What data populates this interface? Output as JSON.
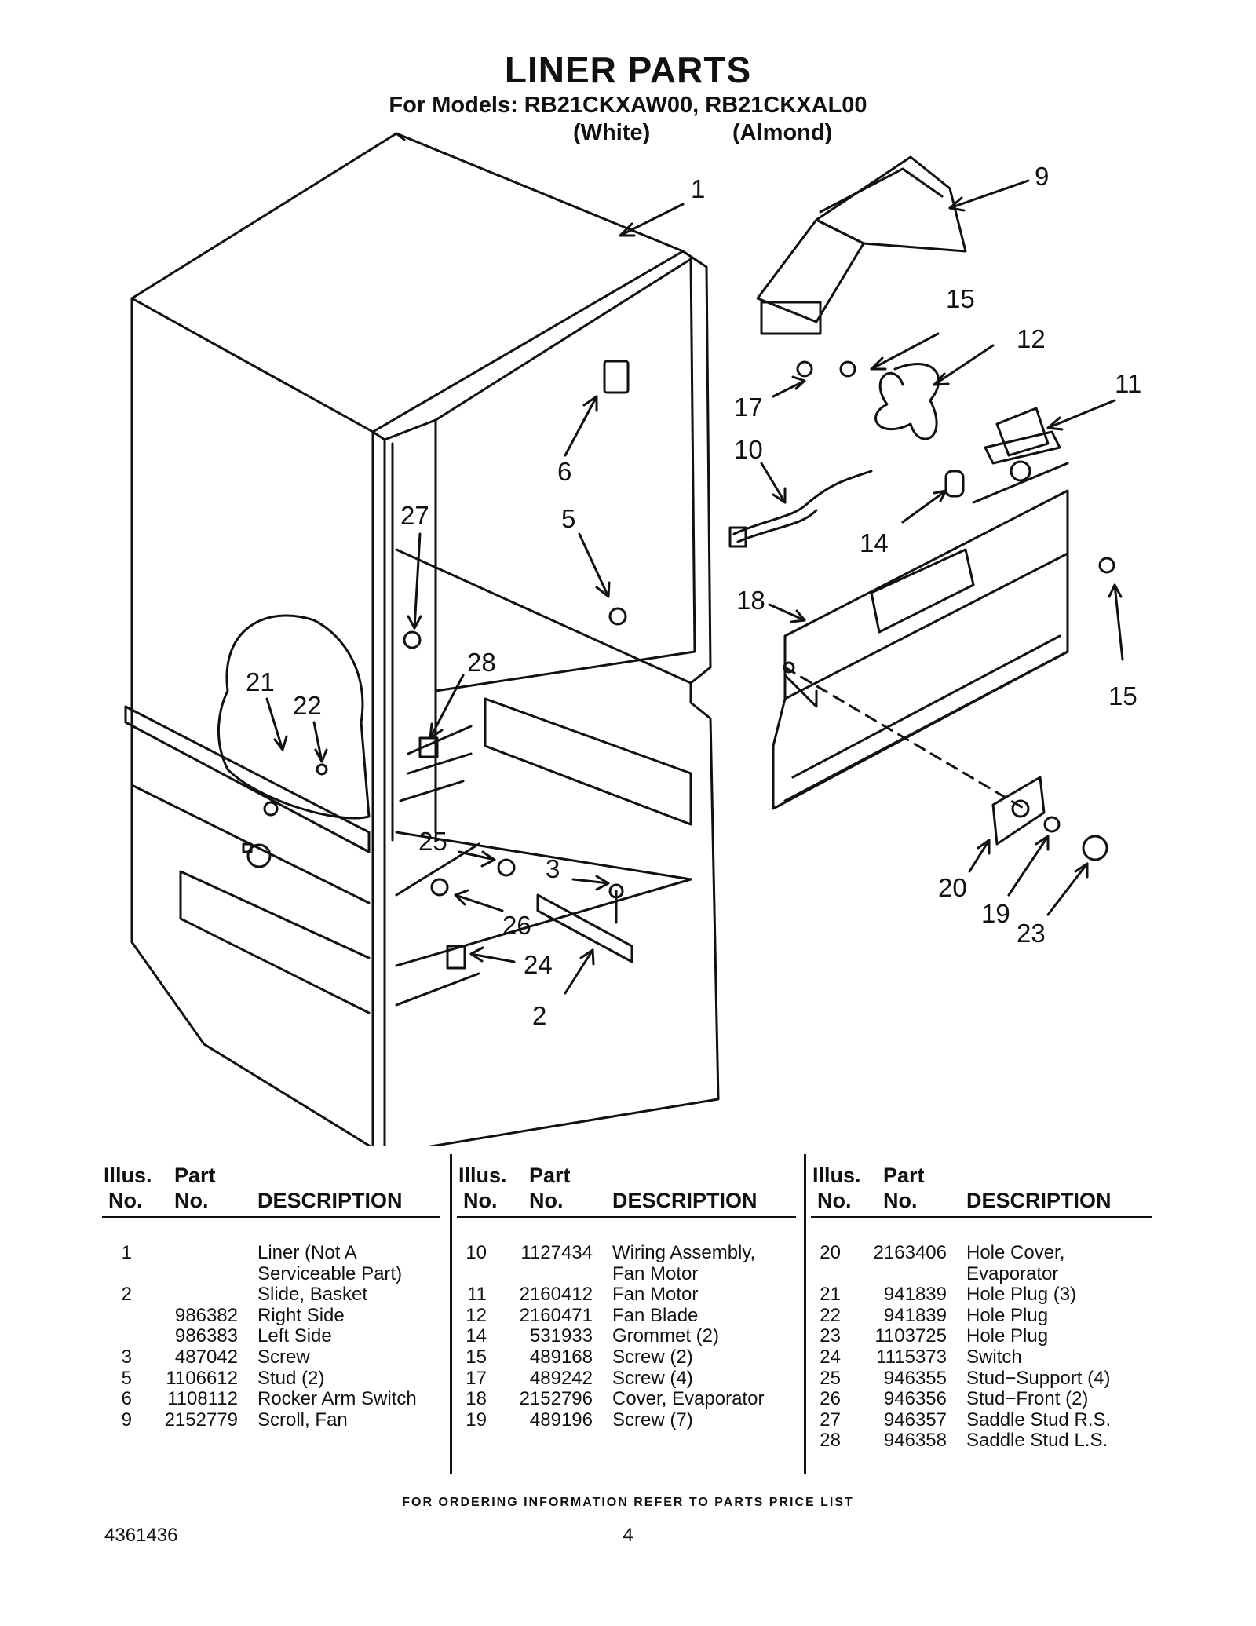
{
  "header": {
    "title": "LINER PARTS",
    "subtitle": "For Models: RB21CKXAW00, RB21CKXAL00",
    "color_white": "(White)",
    "color_almond": "(Almond)"
  },
  "diagram": {
    "callouts": [
      "1",
      "9",
      "15",
      "12",
      "11",
      "17",
      "10",
      "6",
      "5",
      "27",
      "14",
      "18",
      "15",
      "28",
      "21",
      "22",
      "25",
      "3",
      "26",
      "24",
      "2",
      "20",
      "19",
      "23"
    ]
  },
  "table": {
    "headers": {
      "illus_top": "Illus.",
      "illus_bottom": "No.",
      "part_top": "Part",
      "part_bottom": "No.",
      "description": "DESCRIPTION"
    },
    "columns": [
      [
        {
          "illus": "1",
          "part": "",
          "desc": "Liner (Not A"
        },
        {
          "illus": "",
          "part": "",
          "desc": "Serviceable Part)"
        },
        {
          "illus": "2",
          "part": "",
          "desc": "Slide, Basket"
        },
        {
          "illus": "",
          "part": "986382",
          "desc": "Right Side"
        },
        {
          "illus": "",
          "part": "986383",
          "desc": "Left Side"
        },
        {
          "illus": "3",
          "part": "487042",
          "desc": "Screw"
        },
        {
          "illus": "5",
          "part": "1106612",
          "desc": "Stud (2)"
        },
        {
          "illus": "6",
          "part": "1108112",
          "desc": "Rocker Arm Switch"
        },
        {
          "illus": "9",
          "part": "2152779",
          "desc": "Scroll, Fan"
        }
      ],
      [
        {
          "illus": "10",
          "part": "1127434",
          "desc": "Wiring Assembly,"
        },
        {
          "illus": "",
          "part": "",
          "desc": "Fan Motor"
        },
        {
          "illus": "11",
          "part": "2160412",
          "desc": "Fan Motor"
        },
        {
          "illus": "12",
          "part": "2160471",
          "desc": "Fan Blade"
        },
        {
          "illus": "14",
          "part": "531933",
          "desc": "Grommet (2)"
        },
        {
          "illus": "15",
          "part": "489168",
          "desc": "Screw (2)"
        },
        {
          "illus": "17",
          "part": "489242",
          "desc": "Screw (4)"
        },
        {
          "illus": "18",
          "part": "2152796",
          "desc": "Cover, Evaporator"
        },
        {
          "illus": "19",
          "part": "489196",
          "desc": "Screw (7)"
        }
      ],
      [
        {
          "illus": "20",
          "part": "2163406",
          "desc": "Hole Cover,"
        },
        {
          "illus": "",
          "part": "",
          "desc": "Evaporator"
        },
        {
          "illus": "21",
          "part": "941839",
          "desc": "Hole Plug (3)"
        },
        {
          "illus": "22",
          "part": "941839",
          "desc": "Hole Plug"
        },
        {
          "illus": "23",
          "part": "1103725",
          "desc": "Hole Plug"
        },
        {
          "illus": "24",
          "part": "1115373",
          "desc": "Switch"
        },
        {
          "illus": "25",
          "part": "946355",
          "desc": "Stud−Support (4)"
        },
        {
          "illus": "26",
          "part": "946356",
          "desc": "Stud−Front (2)"
        },
        {
          "illus": "27",
          "part": "946357",
          "desc": "Saddle Stud R.S."
        },
        {
          "illus": "28",
          "part": "946358",
          "desc": "Saddle Stud L.S."
        }
      ]
    ]
  },
  "footer": {
    "note": "FOR ORDERING INFORMATION REFER TO PARTS PRICE LIST",
    "doc_number": "4361436",
    "page_number": "4"
  }
}
